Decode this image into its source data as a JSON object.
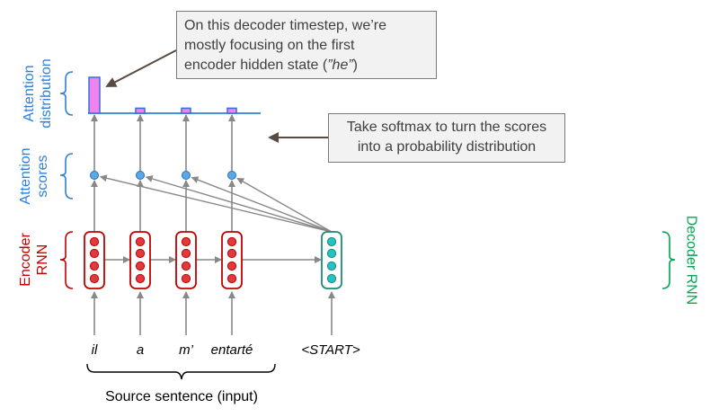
{
  "notes": {
    "focus": {
      "line1": "On this decoder timestep, we’re",
      "line2": "mostly focusing on the first",
      "line3_prefix": "encoder hidden state (",
      "line3_em": "”he”",
      "line3_suffix": ")"
    },
    "softmax": {
      "line1": "Take softmax to turn the scores",
      "line2": "into a probability distribution"
    }
  },
  "labels": {
    "attention_distribution": [
      "Attention",
      "distribution"
    ],
    "attention_scores": [
      "Attention",
      "scores"
    ],
    "encoder_rnn": [
      "Encoder",
      "RNN"
    ],
    "decoder_rnn": "Decoder RNN"
  },
  "source_words": [
    "il",
    "a",
    "m’",
    "entarté"
  ],
  "decoder_input": "<START>",
  "caption": "Source sentence (input)",
  "attention_weights": [
    1.0,
    0.14,
    0.14,
    0.14
  ],
  "colors": {
    "encoder": "#c00000",
    "encoder_dot": "#e0393e",
    "decoder": "#1f8a70",
    "decoder_dot": "#22c3c6",
    "attention_label": "#2f7fd8",
    "decoder_label": "#00a650",
    "score_dot": "#5aa9e6",
    "bar_fill": "#ee82ee",
    "bar_stroke": "#3a6fd8",
    "baseline": "#2f7fd8",
    "arrow": "#888888",
    "callout_arrow": "#5a4a42"
  }
}
